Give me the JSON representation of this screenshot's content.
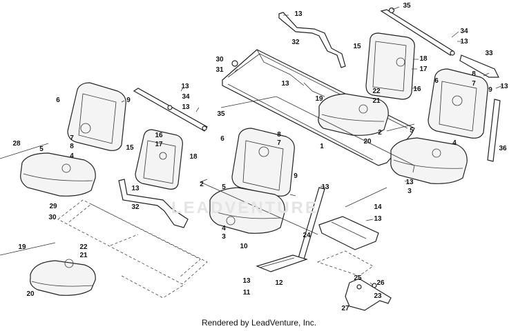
{
  "footer": "Rendered by LeadVenture, Inc.",
  "watermark": "LEADVENTURE",
  "callouts": [
    {
      "id": "c13a",
      "text": "13"
    },
    {
      "id": "c32a",
      "text": "32"
    },
    {
      "id": "c35a",
      "text": "35"
    },
    {
      "id": "c34a",
      "text": "34"
    },
    {
      "id": "c13b",
      "text": "13"
    },
    {
      "id": "c33",
      "text": "33"
    },
    {
      "id": "c15a",
      "text": "15"
    },
    {
      "id": "c18a",
      "text": "18"
    },
    {
      "id": "c17a",
      "text": "17"
    },
    {
      "id": "c16a",
      "text": "16"
    },
    {
      "id": "c30a",
      "text": "30"
    },
    {
      "id": "c31",
      "text": "31"
    },
    {
      "id": "c13c",
      "text": "13"
    },
    {
      "id": "c8a",
      "text": "8"
    },
    {
      "id": "c7a",
      "text": "7"
    },
    {
      "id": "c6a",
      "text": "6"
    },
    {
      "id": "c9a",
      "text": "9"
    },
    {
      "id": "c13d",
      "text": "13"
    },
    {
      "id": "c22a",
      "text": "22"
    },
    {
      "id": "c21a",
      "text": "21"
    },
    {
      "id": "c19a",
      "text": "19"
    },
    {
      "id": "c20a",
      "text": "20"
    },
    {
      "id": "c36",
      "text": "36"
    },
    {
      "id": "c2a",
      "text": "2"
    },
    {
      "id": "c5a",
      "text": "5"
    },
    {
      "id": "c4a",
      "text": "4"
    },
    {
      "id": "c1",
      "text": "1"
    },
    {
      "id": "c13e",
      "text": "13"
    },
    {
      "id": "c3a",
      "text": "3"
    },
    {
      "id": "c6b",
      "text": "6"
    },
    {
      "id": "c9b",
      "text": "9"
    },
    {
      "id": "c13f",
      "text": "13"
    },
    {
      "id": "c34b",
      "text": "34"
    },
    {
      "id": "c13g",
      "text": "13"
    },
    {
      "id": "c35b",
      "text": "35"
    },
    {
      "id": "c7b",
      "text": "7"
    },
    {
      "id": "c8b",
      "text": "8"
    },
    {
      "id": "c28",
      "text": "28"
    },
    {
      "id": "c5b",
      "text": "5"
    },
    {
      "id": "c4b",
      "text": "4"
    },
    {
      "id": "c29",
      "text": "29"
    },
    {
      "id": "c15b",
      "text": "15"
    },
    {
      "id": "c16b",
      "text": "16"
    },
    {
      "id": "c17b",
      "text": "17"
    },
    {
      "id": "c18b",
      "text": "18"
    },
    {
      "id": "c13h",
      "text": "13"
    },
    {
      "id": "c32b",
      "text": "32"
    },
    {
      "id": "c6c",
      "text": "6"
    },
    {
      "id": "c8c",
      "text": "8"
    },
    {
      "id": "c7c",
      "text": "7"
    },
    {
      "id": "c9c",
      "text": "9"
    },
    {
      "id": "c2b",
      "text": "2"
    },
    {
      "id": "c5c",
      "text": "5"
    },
    {
      "id": "c4c",
      "text": "4"
    },
    {
      "id": "c3b",
      "text": "3"
    },
    {
      "id": "c13i",
      "text": "13"
    },
    {
      "id": "c30b",
      "text": "30"
    },
    {
      "id": "c10",
      "text": "10"
    },
    {
      "id": "c13j",
      "text": "13"
    },
    {
      "id": "c11",
      "text": "11"
    },
    {
      "id": "c12",
      "text": "12"
    },
    {
      "id": "c14",
      "text": "14"
    },
    {
      "id": "c13k",
      "text": "13"
    },
    {
      "id": "c24",
      "text": "24"
    },
    {
      "id": "c25",
      "text": "25"
    },
    {
      "id": "c26",
      "text": "26"
    },
    {
      "id": "c23",
      "text": "23"
    },
    {
      "id": "c27",
      "text": "27"
    },
    {
      "id": "c19b",
      "text": "19"
    },
    {
      "id": "c22b",
      "text": "22"
    },
    {
      "id": "c21b",
      "text": "21"
    },
    {
      "id": "c20b",
      "text": "20"
    }
  ]
}
